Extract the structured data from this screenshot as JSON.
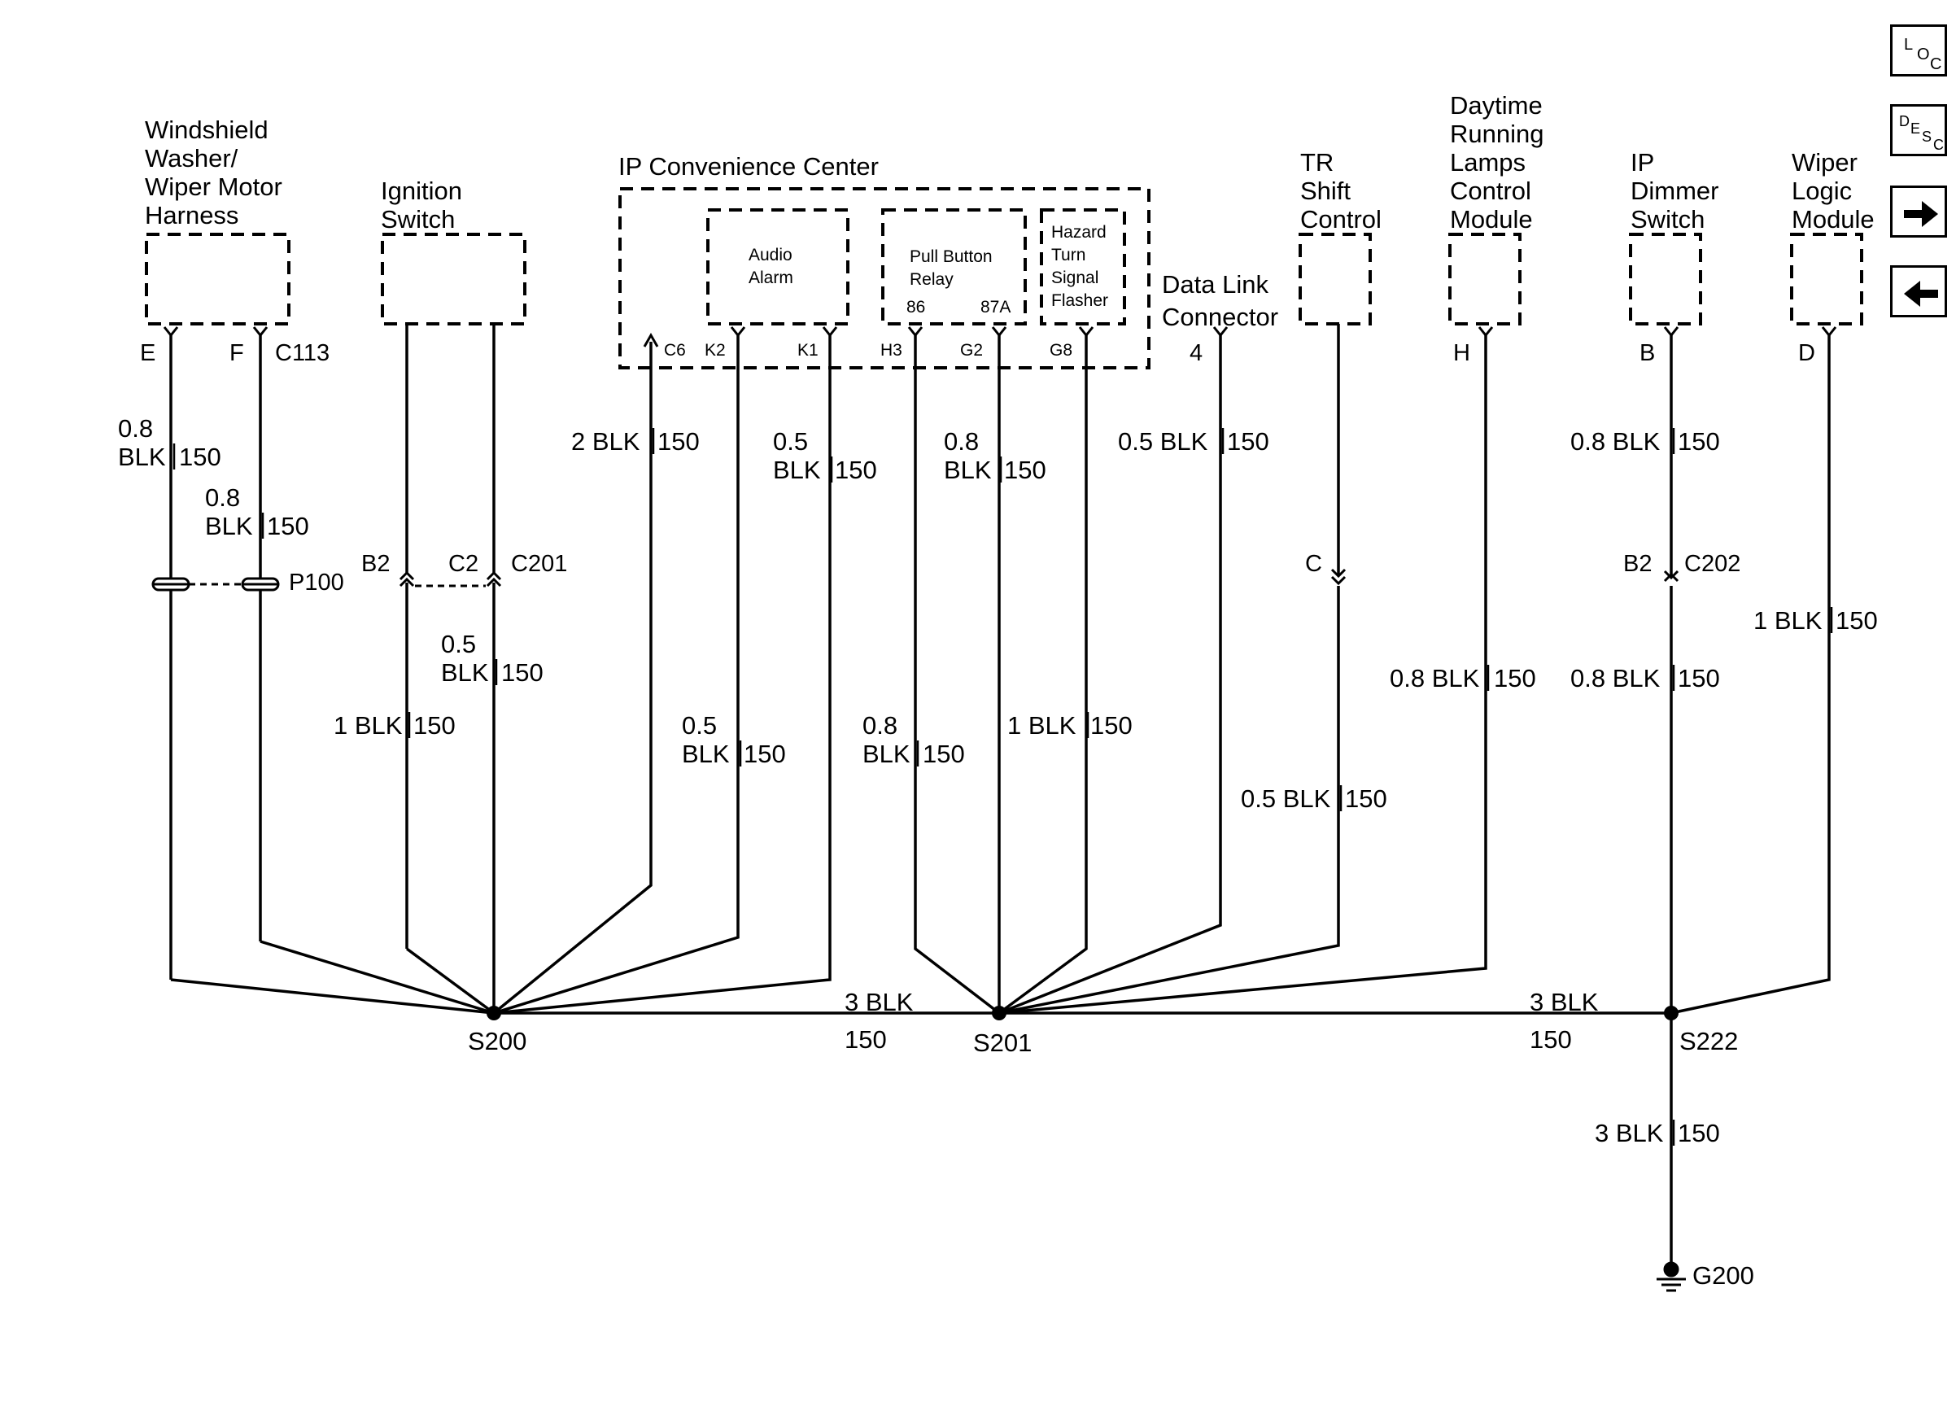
{
  "components": {
    "washer": [
      "Windshield",
      "Washer/",
      "Wiper Motor",
      "Harness"
    ],
    "ignition": [
      "Ignition",
      "Switch"
    ],
    "ipcc": "IP Convenience Center",
    "audio": [
      "Audio",
      "Alarm"
    ],
    "relay": [
      "Pull Button",
      "Relay"
    ],
    "relay_pins": [
      "86",
      "87A"
    ],
    "hazard": [
      "Hazard",
      "Turn",
      "Signal",
      "Flasher"
    ],
    "dlc": [
      "Data Link",
      "Connector"
    ],
    "tr": [
      "TR",
      "Shift",
      "Control"
    ],
    "drl": [
      "Daytime",
      "Running",
      "Lamps",
      "Control",
      "Module"
    ],
    "dimmer": [
      "IP",
      "Dimmer",
      "Switch"
    ],
    "wiper": [
      "Wiper",
      "Logic",
      "Module"
    ]
  },
  "pins": {
    "E": "E",
    "F": "F",
    "C113": "C113",
    "C6": "C6",
    "K2": "K2",
    "K1": "K1",
    "H3": "H3",
    "G2": "G2",
    "G8": "G8",
    "dlc4": "4",
    "H": "H",
    "B": "B",
    "D": "D",
    "B2a": "B2",
    "C2": "C2",
    "C201": "C201",
    "P100": "P100",
    "C": "C",
    "B2b": "B2",
    "C202": "C202"
  },
  "wires": {
    "w1": [
      "0.8",
      "BLK",
      "150"
    ],
    "w2": [
      "0.8",
      "BLK",
      "150"
    ],
    "w3": [
      "0.5",
      "BLK",
      "150"
    ],
    "w4": [
      "1 BLK",
      "150"
    ],
    "w5": [
      "2 BLK",
      "150"
    ],
    "w6": [
      "0.5",
      "BLK",
      "150"
    ],
    "w7": [
      "0.5",
      "BLK",
      "150"
    ],
    "w8": [
      "0.8",
      "BLK",
      "150"
    ],
    "w9": [
      "0.8",
      "BLK",
      "150"
    ],
    "w10": [
      "1 BLK",
      "150"
    ],
    "w11": [
      "0.5 BLK",
      "150"
    ],
    "w12": [
      "0.5 BLK",
      "150"
    ],
    "w13": [
      "0.8 BLK",
      "150"
    ],
    "w14": [
      "0.8 BLK",
      "150"
    ],
    "w15": [
      "0.8 BLK",
      "150"
    ],
    "w16": [
      "1 BLK",
      "150"
    ],
    "w17": [
      "3 BLK",
      "150"
    ],
    "bus1": [
      "3 BLK",
      "150"
    ],
    "bus2": [
      "3 BLK",
      "150"
    ]
  },
  "splices": {
    "s200": "S200",
    "s201": "S201",
    "s222": "S222"
  },
  "ground": "G200",
  "nav": {
    "loc": [
      "L",
      "O",
      "C"
    ],
    "desc": [
      "D",
      "E",
      "S",
      "C"
    ],
    "next_icon": "arrow-right",
    "prev_icon": "arrow-left"
  }
}
